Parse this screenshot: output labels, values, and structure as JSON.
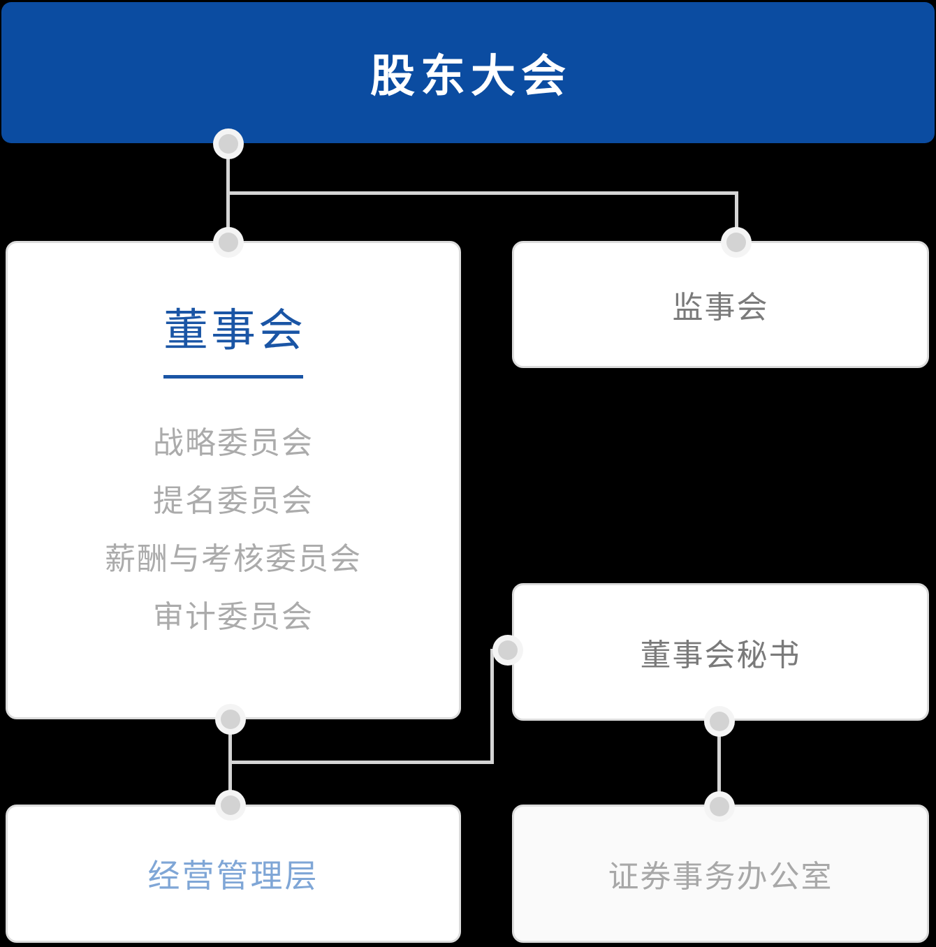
{
  "banner": {
    "label": "股东大会"
  },
  "nodes": {
    "board": {
      "title": "董事会",
      "committees": [
        "战略委员会",
        "提名委员会",
        "薪酬与考核委员会",
        "审计委员会"
      ]
    },
    "supervisory": {
      "label": "监事会"
    },
    "secretary": {
      "label": "董事会秘书"
    },
    "management": {
      "label": "经营管理层"
    },
    "securities": {
      "label": "证券事务办公室"
    }
  },
  "colors": {
    "banner_bg": "#0b4ca1",
    "banner_text": "#ffffff",
    "board_title": "#1a55a5",
    "divider": "#1a55a5",
    "committee_text": "#ababab",
    "box_label_text": "#7a7a7a",
    "securities_text": "#a8a8a8",
    "management_text": "#7fa6d6",
    "line": "#d5d5d5",
    "box_border": "#dcdcdc",
    "box_bg": "#ffffff",
    "securities_bg": "#fafafa",
    "node_inner": "#d3d3d3",
    "node_outer": "#f4f4f4",
    "background": "#000000"
  }
}
